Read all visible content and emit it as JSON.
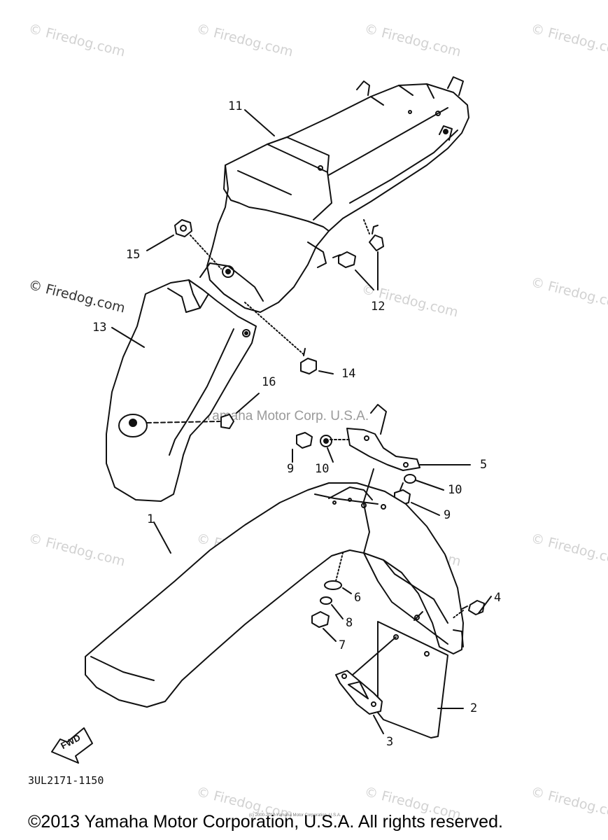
{
  "watermark": "© Firedog.com",
  "center_credit": "Yamaha Motor Corp. U.S.A.",
  "tiny_credit": "(c) 2000-2010 Yamaha Motor Corporation, U.S.A.",
  "part_code": "3UL2171-1150",
  "copyright": "©2013 Yamaha Motor Corporation, U.S.A. All rights reserved.",
  "fwd_label": "FWD",
  "callouts": {
    "c1": "1",
    "c2": "2",
    "c3": "3",
    "c4": "4",
    "c5": "5",
    "c6": "6",
    "c7": "7",
    "c8": "8",
    "c9a": "9",
    "c9b": "9",
    "c10a": "10",
    "c10b": "10",
    "c11": "11",
    "c12": "12",
    "c13": "13",
    "c14": "14",
    "c15": "15",
    "c16": "16"
  }
}
